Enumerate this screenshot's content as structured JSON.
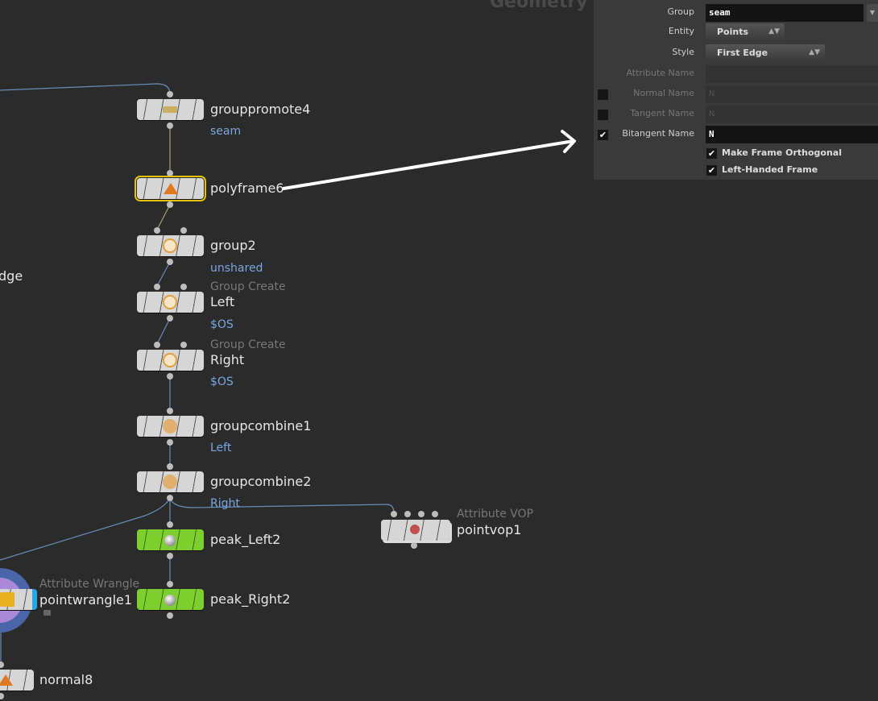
{
  "panel": {
    "header": "Geometry",
    "group": {
      "label": "Group",
      "value": "seam"
    },
    "entity": {
      "label": "Entity",
      "value": "Points"
    },
    "style": {
      "label": "Style",
      "value": "First Edge"
    },
    "attribute_name": {
      "label": "Attribute Name",
      "value": ""
    },
    "normal_name": {
      "label": "Normal Name",
      "value": "N",
      "checked": false
    },
    "tangent_name": {
      "label": "Tangent Name",
      "value": "N",
      "checked": false
    },
    "bitangent_name": {
      "label": "Bitangent Name",
      "value": "N",
      "checked": true
    },
    "make_frame_orthogonal": {
      "label": "Make Frame Orthogonal",
      "checked": true
    },
    "left_handed_frame": {
      "label": "Left-Handed Frame",
      "checked": true
    }
  },
  "nodes": {
    "grouppromote4": {
      "name": "grouppromote4",
      "sub": "seam"
    },
    "polyframe6": {
      "name": "polyframe6"
    },
    "group2": {
      "name": "group2",
      "sub": "unshared"
    },
    "left": {
      "type": "Group Create",
      "name": "Left",
      "sub": "$OS"
    },
    "right": {
      "type": "Group Create",
      "name": "Right",
      "sub": "$OS"
    },
    "groupcombine1": {
      "name": "groupcombine1",
      "sub": "Left"
    },
    "groupcombine2": {
      "name": "groupcombine2",
      "sub": "Right"
    },
    "peak_left2": {
      "name": "peak_Left2"
    },
    "peak_right2": {
      "name": "peak_Right2"
    },
    "pointvop1": {
      "type": "Attribute VOP",
      "name": "pointvop1"
    },
    "pointwrangle1": {
      "type": "Attribute Wrangle",
      "name": "pointwrangle1"
    },
    "normal8": {
      "name": "normal8"
    },
    "edge_fragment": "dge"
  },
  "colors": {
    "background": "#2b2b2b",
    "wire": "#6a8cb8",
    "selected": "#e8c100",
    "green_node": "#7ccf2c"
  }
}
